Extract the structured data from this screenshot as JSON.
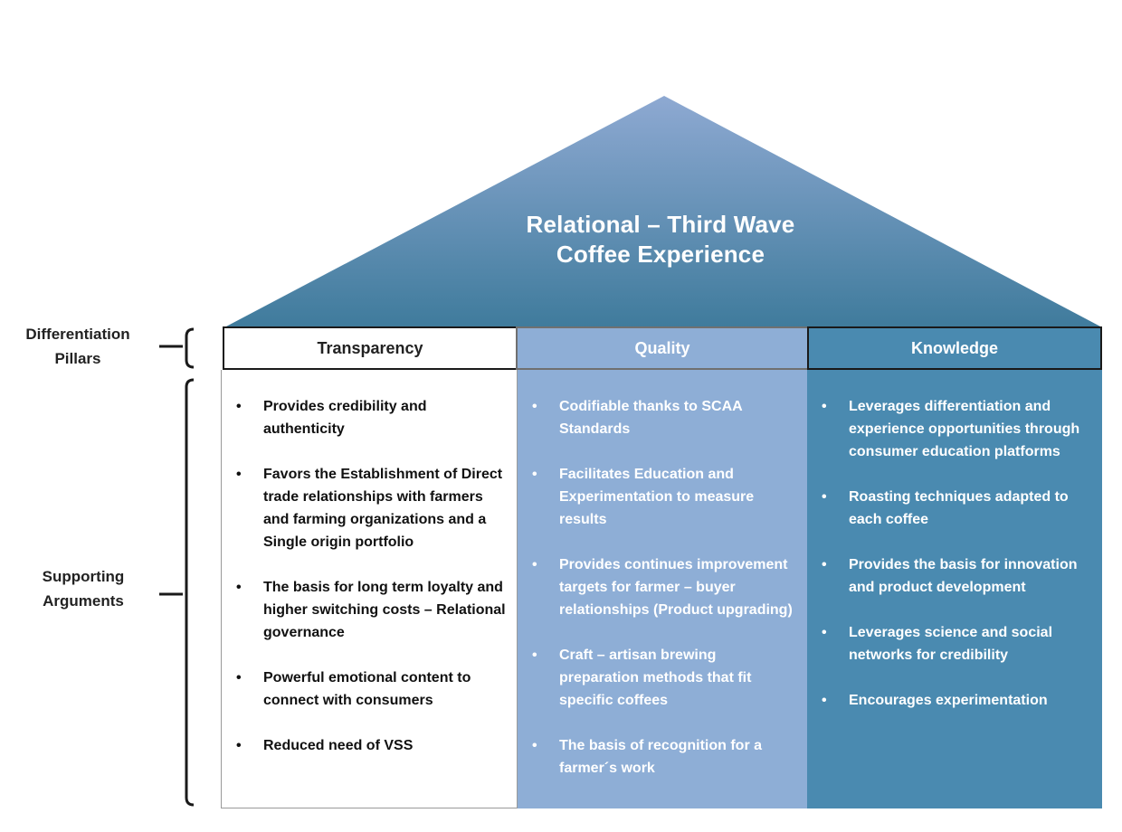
{
  "roof": {
    "title_line1": "Relational – Third Wave",
    "title_line2": "Coffee Experience",
    "colors": {
      "top": "#8ea9d2",
      "bottom": "#3f7b9c"
    }
  },
  "labels": {
    "pillars_line1": "Differentiation",
    "pillars_line2": "Pillars",
    "arguments_line1": "Supporting",
    "arguments_line2": "Arguments"
  },
  "pillars": [
    {
      "name": "Transparency",
      "color": "#ffffff",
      "arguments": [
        "Provides credibility and authenticity",
        "Favors the Establishment of Direct trade relationships with farmers and farming organizations and a Single origin portfolio",
        "The basis for long term loyalty and higher switching costs – Relational governance",
        "Powerful emotional content to connect with consumers",
        "Reduced need of VSS"
      ]
    },
    {
      "name": "Quality",
      "color": "#8eaed6",
      "arguments": [
        "Codifiable thanks to SCAA Standards",
        "Facilitates Education and Experimentation to measure results",
        "Provides continues improvement targets for farmer – buyer relationships (Product upgrading)",
        "Craft – artisan brewing preparation methods that fit specific coffees",
        "The basis of recognition for a farmer´s work"
      ]
    },
    {
      "name": "Knowledge",
      "color": "#4a8ab0",
      "arguments": [
        "Leverages differentiation and experience opportunities through consumer education platforms",
        "Roasting techniques adapted to each coffee",
        "Provides the basis for innovation and product development",
        "Leverages science and social networks for credibility",
        "Encourages experimentation"
      ]
    }
  ]
}
